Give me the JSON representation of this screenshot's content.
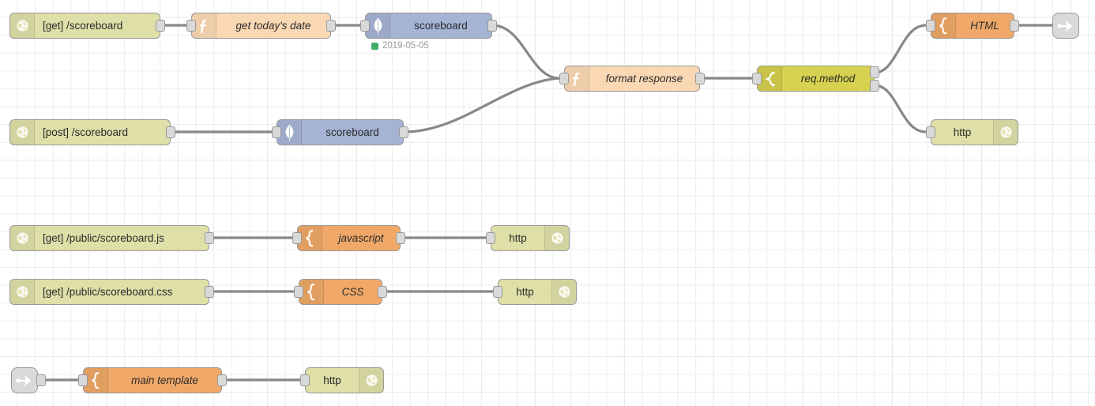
{
  "editor": {
    "name": "node-red-flow-canvas",
    "background": "#ffffff",
    "grid_color": "#ececec",
    "grid_major_color": "#e4e4e4",
    "wire_color": "#888888",
    "port_color": "#d9d9d9"
  },
  "palette_colors": {
    "http_in": "#dfdfa8",
    "http_response": "#dfdfa8",
    "function": "#fbd8b4",
    "template": "#f0a868",
    "mongodb": "#a5b3d4",
    "switch": "#d6d14e",
    "link": "#d9d9d9",
    "status_green": "#3FAE6A"
  },
  "nodes": [
    {
      "id": "http_in_get_scoreboard",
      "label": "[get] /scoreboard",
      "type": "http-in",
      "icon": "globe-icon"
    },
    {
      "id": "fn_get_today",
      "label": "get today's date",
      "type": "function",
      "icon": "function-f-icon"
    },
    {
      "id": "mongo_scoreboard_get",
      "label": "scoreboard",
      "type": "mongodb",
      "icon": "mongodb-leaf-icon"
    },
    {
      "id": "http_in_post_scoreboard",
      "label": "[post] /scoreboard",
      "type": "http-in",
      "icon": "globe-icon"
    },
    {
      "id": "mongo_scoreboard_post",
      "label": "scoreboard",
      "type": "mongodb",
      "icon": "mongodb-leaf-icon"
    },
    {
      "id": "fn_format_response",
      "label": "format response",
      "type": "function",
      "icon": "function-f-icon"
    },
    {
      "id": "switch_req_method",
      "label": "req.method",
      "type": "switch",
      "icon": "switch-branch-icon"
    },
    {
      "id": "tpl_html",
      "label": "HTML",
      "type": "template",
      "icon": "template-brace-icon"
    },
    {
      "id": "link_out_top",
      "label": "",
      "type": "link-out",
      "icon": "link-out-icon"
    },
    {
      "id": "http_resp_top",
      "label": "http",
      "type": "http-response",
      "icon": "globe-icon"
    },
    {
      "id": "http_in_js",
      "label": "[get] /public/scoreboard.js",
      "type": "http-in",
      "icon": "globe-icon"
    },
    {
      "id": "tpl_javascript",
      "label": "javascript",
      "type": "template",
      "icon": "template-brace-icon"
    },
    {
      "id": "http_resp_js",
      "label": "http",
      "type": "http-response",
      "icon": "globe-icon"
    },
    {
      "id": "http_in_css",
      "label": "[get] /public/scoreboard.css",
      "type": "http-in",
      "icon": "globe-icon"
    },
    {
      "id": "tpl_css",
      "label": "CSS",
      "type": "template",
      "icon": "template-brace-icon"
    },
    {
      "id": "http_resp_css",
      "label": "http",
      "type": "http-response",
      "icon": "globe-icon"
    },
    {
      "id": "link_in_bottom",
      "label": "",
      "type": "link-in",
      "icon": "link-in-icon"
    },
    {
      "id": "tpl_main_template",
      "label": "main template",
      "type": "template",
      "icon": "template-brace-icon"
    },
    {
      "id": "http_resp_main",
      "label": "http",
      "type": "http-response",
      "icon": "globe-icon"
    }
  ],
  "statuses": [
    {
      "for": "mongo_scoreboard_get",
      "text": "2019-05-05",
      "dot_color": "#3FAE6A"
    }
  ],
  "labels": {
    "http_in_get_scoreboard": "[get] /scoreboard",
    "fn_get_today": "get today's date",
    "mongo_scoreboard_get": "scoreboard",
    "http_in_post_scoreboard": "[post] /scoreboard",
    "mongo_scoreboard_post": "scoreboard",
    "fn_format_response": "format response",
    "switch_req_method": "req.method",
    "tpl_html": "HTML",
    "http_resp_top": "http",
    "http_in_js": "[get] /public/scoreboard.js",
    "tpl_javascript": "javascript",
    "http_resp_js": "http",
    "http_in_css": "[get] /public/scoreboard.css",
    "tpl_css": "CSS",
    "http_resp_css": "http",
    "tpl_main_template": "main template",
    "http_resp_main": "http",
    "status_scoreboard_date": "2019-05-05"
  }
}
